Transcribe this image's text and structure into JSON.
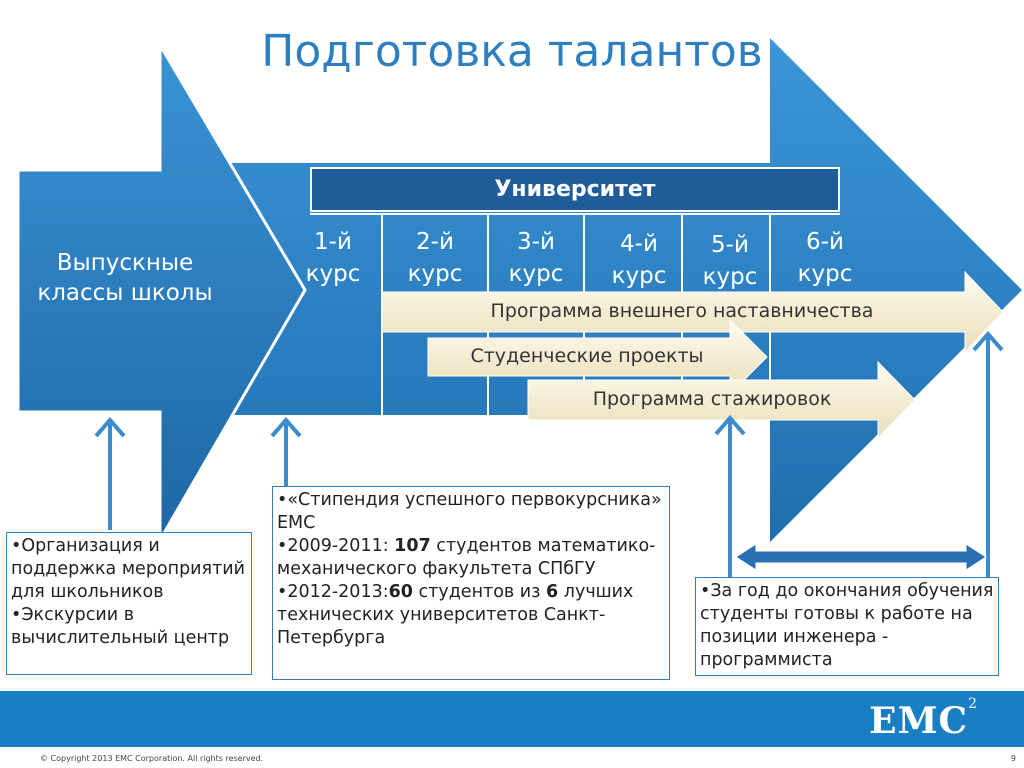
{
  "title": "Подготовка талантов",
  "school": "Выпускные классы школы",
  "university": "Университет",
  "courses": [
    {
      "num": "1-й",
      "word": "курс"
    },
    {
      "num": "2-й",
      "word": "курс"
    },
    {
      "num": "3-й",
      "word": "курс"
    },
    {
      "num": "4-й",
      "word": "курс"
    },
    {
      "num": "5-й",
      "word": "курс"
    },
    {
      "num": "6-й",
      "word": "курс"
    }
  ],
  "programs": {
    "mentoring": "Программа внешнего наставничества",
    "projects": "Студенческие проекты",
    "internships": "Программа стажировок"
  },
  "box_school": {
    "line1": "•Организация и поддержка мероприятий для школьников",
    "line2": "•Экскурсии в вычислительный центр"
  },
  "box_scholarship": {
    "line1": "•«Стипендия успешного первокурсника» EMC",
    "line2_pre": "•2009-2011: ",
    "line2_num": "107",
    "line2_post": " студентов математико- механического факультета СПбГУ",
    "line3_pre": "•2012-2013:",
    "line3_num": "60",
    "line3_mid": " студентов из ",
    "line3_num2": "6",
    "line3_post": " лучших технических университетов Санкт-Петербурга"
  },
  "box_graduation": {
    "line1": "•За год до окончания обучения студенты готовы к работе на позиции инженера - программиста"
  },
  "brand": {
    "logo": "EMC",
    "logo_sup": "2",
    "copyright": "© Copyright 2013 EMC Corporation. All rights reserved.",
    "page": "9"
  },
  "colors": {
    "arrow_blue": "#2A82C6",
    "arrow_dark": "#1F5C99",
    "title_blue": "#2E7FBF",
    "program_cream": "#F6F0DA",
    "footer_blue": "#1A7EC4"
  }
}
